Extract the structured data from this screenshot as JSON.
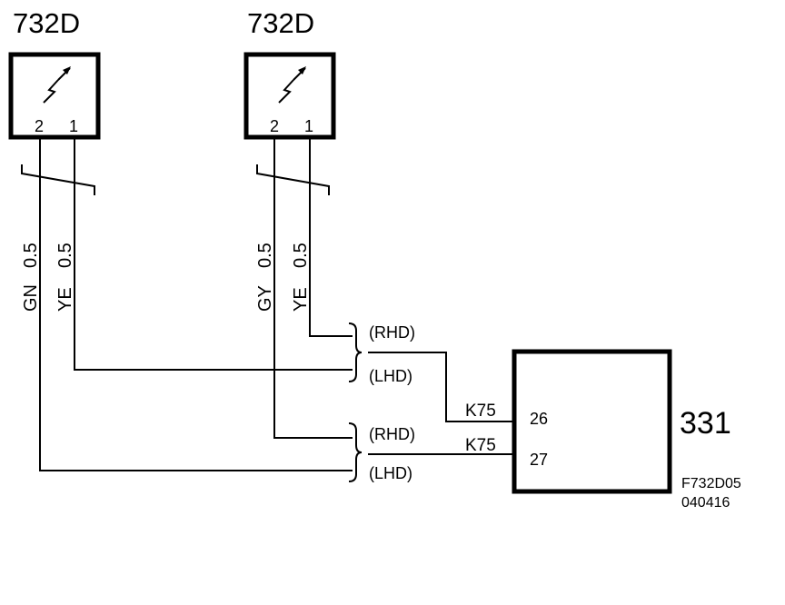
{
  "sensor_left": {
    "ref": "732D",
    "pin_left": "2",
    "pin_right": "1"
  },
  "sensor_right": {
    "ref": "732D",
    "pin_left": "2",
    "pin_right": "1"
  },
  "wires": {
    "gn": {
      "color": "GN",
      "size": "0.5"
    },
    "ye_left": {
      "color": "YE",
      "size": "0.5"
    },
    "gy": {
      "color": "GY",
      "size": "0.5"
    },
    "ye_right": {
      "color": "YE",
      "size": "0.5"
    }
  },
  "variants": {
    "top_rhd": "(RHD)",
    "top_lhd": "(LHD)",
    "bottom_rhd": "(RHD)",
    "bottom_lhd": "(LHD)"
  },
  "module": {
    "ref": "331",
    "connector_top": "K75",
    "pin_top": "26",
    "connector_bottom": "K75",
    "pin_bottom": "27"
  },
  "figure": {
    "code": "F732D05",
    "date": "040416"
  }
}
